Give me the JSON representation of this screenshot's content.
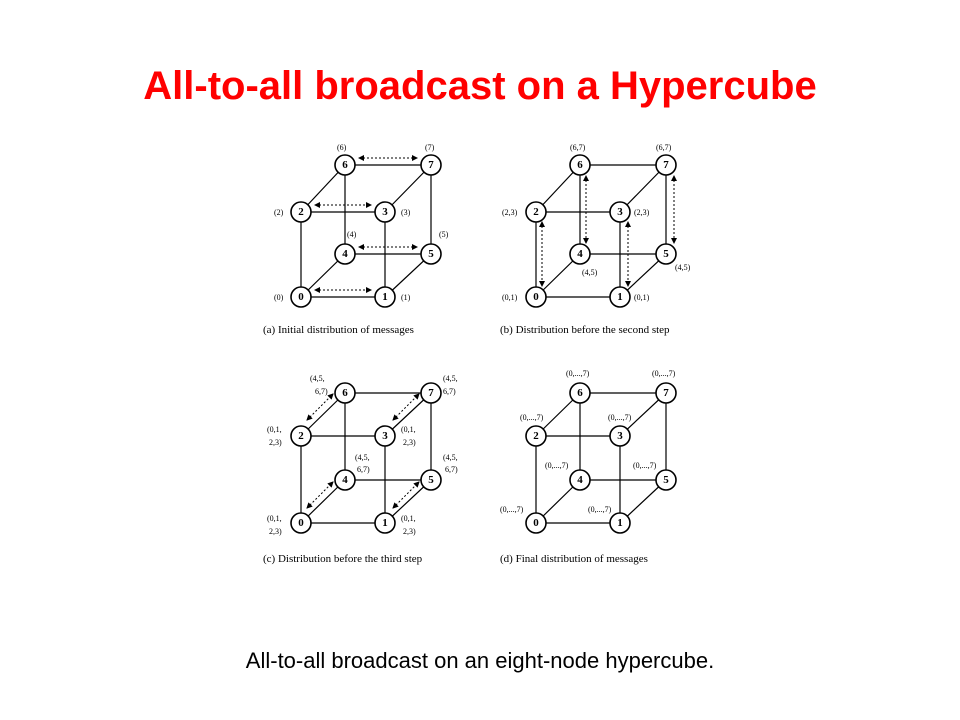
{
  "title": "All-to-all broadcast on a Hypercube",
  "caption": "All-to-all broadcast on an eight-node hypercube.",
  "panels": [
    {
      "id": "a",
      "caption": "(a)  Initial distribution of messages",
      "nodes": [
        "0",
        "1",
        "2",
        "3",
        "4",
        "5",
        "6",
        "7"
      ],
      "labels": {
        "l6": [
          "(6)"
        ],
        "l7": [
          "(7)"
        ],
        "l2": [
          "(2)"
        ],
        "l3": [
          "(3)"
        ],
        "l4": [
          "(4)"
        ],
        "l5": [
          "(5)"
        ],
        "l0": [
          "(0)"
        ],
        "l1": [
          "(1)"
        ]
      }
    },
    {
      "id": "b",
      "caption": "(b)  Distribution before the second step",
      "nodes": [
        "0",
        "1",
        "2",
        "3",
        "4",
        "5",
        "6",
        "7"
      ],
      "labels": {
        "l6": [
          "(6,7)"
        ],
        "l7": [
          "(6,7)"
        ],
        "l2": [
          "(2,3)"
        ],
        "l3": [
          "(2,3)"
        ],
        "l4": [
          "(4,5)"
        ],
        "l5": [
          "(4,5)"
        ],
        "l0": [
          "(0,1)"
        ],
        "l1": [
          "(0,1)"
        ]
      }
    },
    {
      "id": "c",
      "caption": "(c)  Distribution before the third step",
      "nodes": [
        "0",
        "1",
        "2",
        "3",
        "4",
        "5",
        "6",
        "7"
      ],
      "labels": {
        "l6": [
          "(4,5,",
          "6,7)"
        ],
        "l7": [
          "(4,5,",
          "6,7)"
        ],
        "l2": [
          "(0,1,",
          "2,3)"
        ],
        "l3": [
          "(0,1,",
          "2,3)"
        ],
        "l4": [
          "(4,5,",
          "6,7)"
        ],
        "l5": [
          "(4,5,",
          "6,7)"
        ],
        "l0": [
          "(0,1,",
          "2,3)"
        ],
        "l1": [
          "(0,1,",
          "2,3)"
        ]
      }
    },
    {
      "id": "d",
      "caption": "(d)  Final distribution of messages",
      "nodes": [
        "0",
        "1",
        "2",
        "3",
        "4",
        "5",
        "6",
        "7"
      ],
      "labels": {
        "l6": [
          "(0,...,7)"
        ],
        "l7": [
          "(0,...,7)"
        ],
        "l2": [
          "(0,...,7)"
        ],
        "l3": [
          "(0,...,7)"
        ],
        "l4": [
          "(0,...,7)"
        ],
        "l5": [
          "(0,...,7)"
        ],
        "l0": [
          "(0,...,7)"
        ],
        "l1": [
          "(0,...,7)"
        ]
      }
    }
  ]
}
